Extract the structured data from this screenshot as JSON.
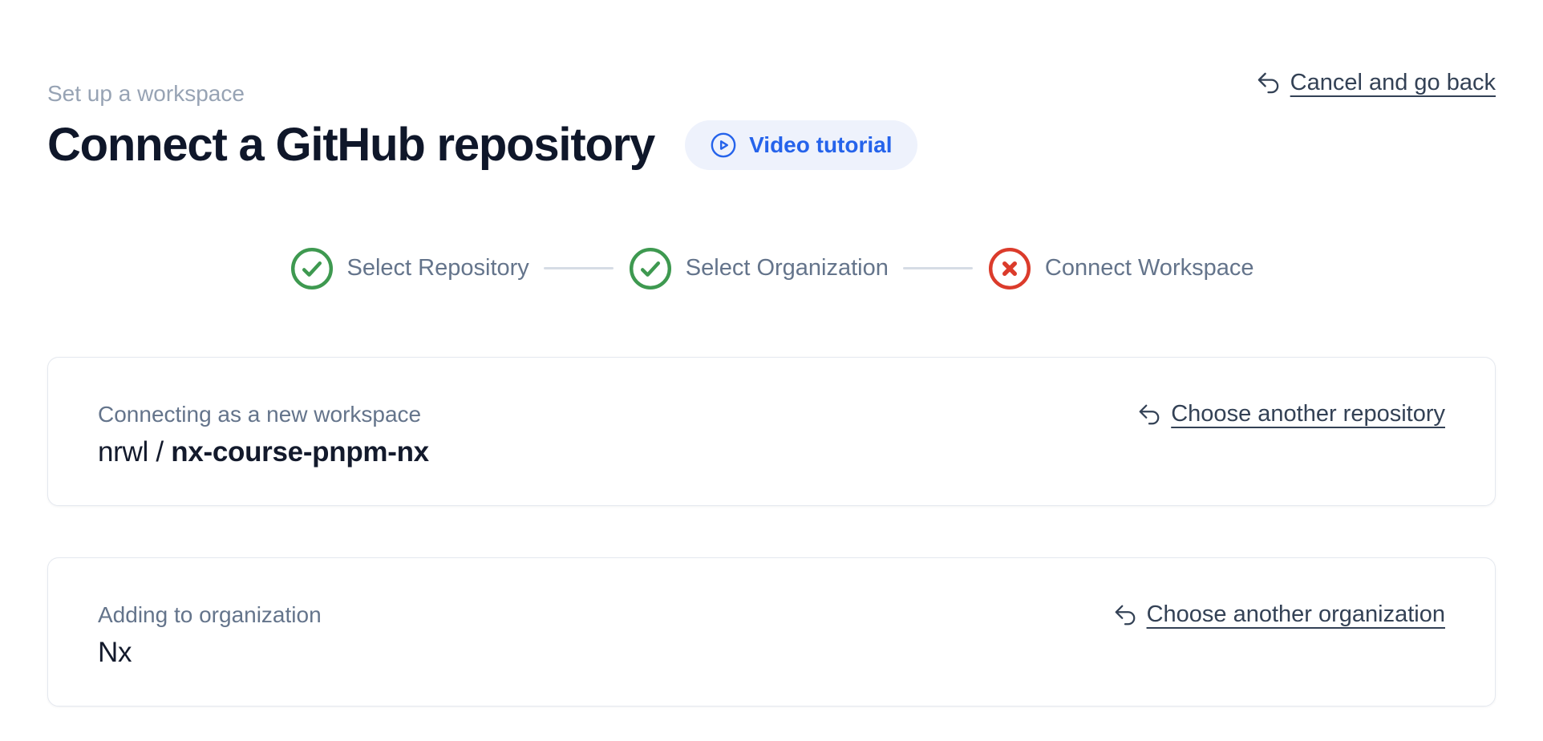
{
  "page": {
    "breadcrumb": "Set up a workspace",
    "title": "Connect a GitHub repository",
    "video_button": {
      "label": "Video tutorial",
      "icon": "play-circle-icon"
    },
    "cancel_link": {
      "label": "Cancel and go back",
      "icon": "undo-arrow-icon"
    }
  },
  "stepper": {
    "steps": [
      {
        "label": "Select Repository",
        "status": "complete",
        "icon": "check-circle-icon"
      },
      {
        "label": "Select Organization",
        "status": "complete",
        "icon": "check-circle-icon"
      },
      {
        "label": "Connect Workspace",
        "status": "error",
        "icon": "x-circle-icon"
      }
    ]
  },
  "cards": {
    "repository": {
      "label": "Connecting as a new workspace",
      "owner": "nrwl / ",
      "repo": "nx-course-pnpm-nx",
      "link": "Choose another repository",
      "link_icon": "undo-arrow-icon"
    },
    "organization": {
      "label": "Adding to organization",
      "name": "Nx",
      "link": "Choose another organization",
      "link_icon": "undo-arrow-icon"
    }
  },
  "colors": {
    "accent_blue": "#2563eb",
    "pill_bg": "#eef2fc",
    "success_green": "#3e9950",
    "error_red": "#db3b2b",
    "muted_text": "#64748b",
    "breadcrumb_text": "#97a3b4",
    "dark_text": "#0f172a",
    "link_text": "#334155",
    "connector": "#d6dce5",
    "card_border": "#e4e8ef"
  }
}
